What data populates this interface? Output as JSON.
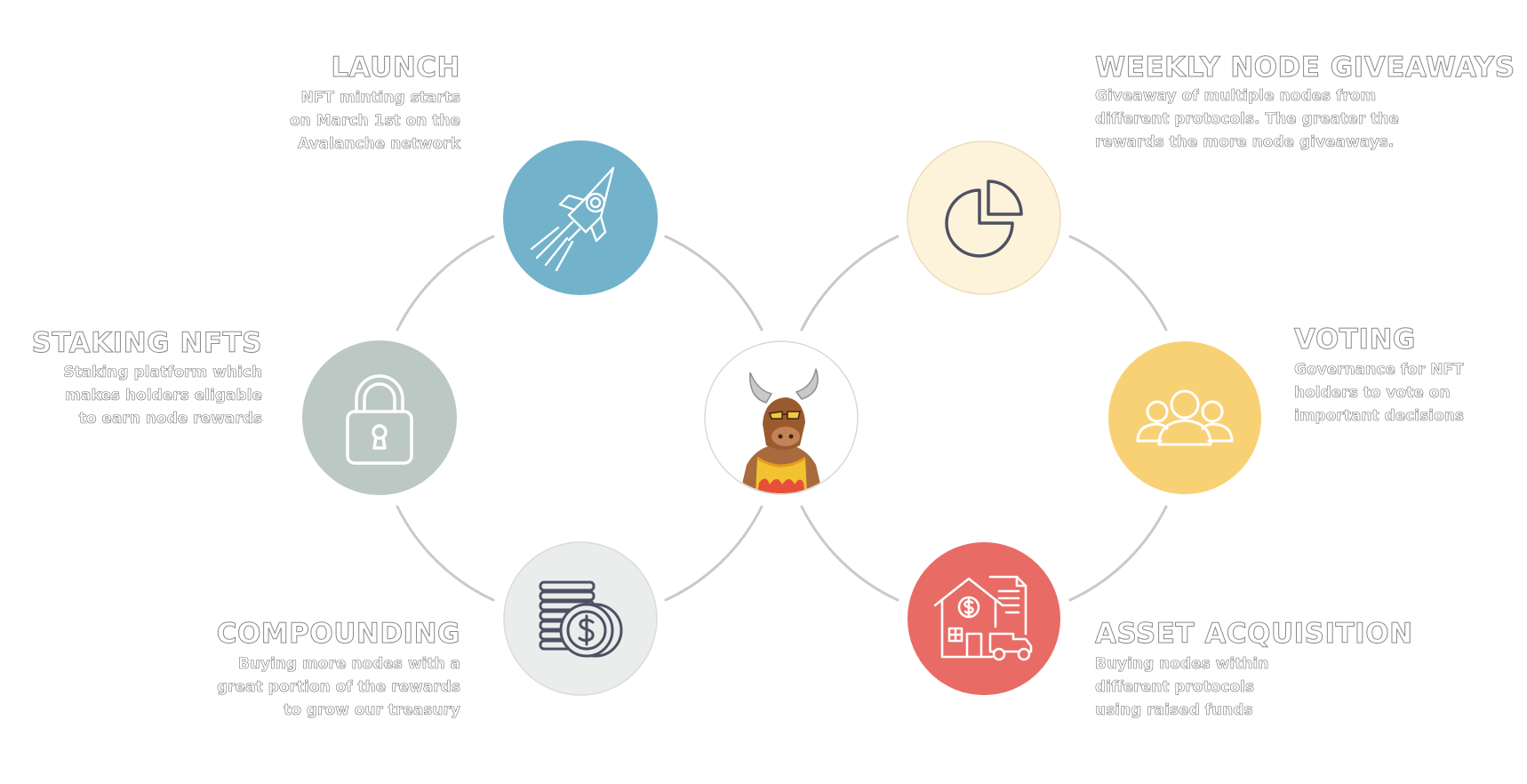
{
  "diagram": {
    "center": {
      "icon": "bull-mascot-icon"
    },
    "steps": [
      {
        "id": "launch",
        "title": "LAUNCH",
        "lines": [
          "NFT minting starts",
          "on March 1st on the",
          "Avalanche network"
        ],
        "color": "#72b3cb",
        "icon": "rocket-icon"
      },
      {
        "id": "staking",
        "title": "STAKING NFTS",
        "lines": [
          "Staking platform which",
          "makes holders eligable",
          "to earn node rewards"
        ],
        "color": "#bcc8c3",
        "icon": "padlock-icon"
      },
      {
        "id": "compounding",
        "title": "COMPOUNDING",
        "lines": [
          "Buying more nodes with a",
          "great portion of the rewards",
          "to grow our treasury"
        ],
        "color": "#eaedec",
        "icon": "coins-dollar-icon"
      },
      {
        "id": "giveaways",
        "title": "WEEKLY NODE GIVEAWAYS",
        "lines": [
          "Giveaway of multiple nodes from",
          "different protocols. The greater the",
          "rewards the more node giveaways."
        ],
        "color": "#fdf3db",
        "icon": "pie-chart-icon"
      },
      {
        "id": "voting",
        "title": "VOTING",
        "lines": [
          "Governance for NFT",
          "holders to vote on",
          "important decisions"
        ],
        "color": "#f8d175",
        "icon": "users-group-icon"
      },
      {
        "id": "acquisition",
        "title": "ASSET ACQUISITION",
        "lines": [
          "Buying nodes within",
          "different protocols",
          "using raised funds"
        ],
        "color": "#e86b66",
        "icon": "house-dollar-truck-icon"
      }
    ]
  }
}
